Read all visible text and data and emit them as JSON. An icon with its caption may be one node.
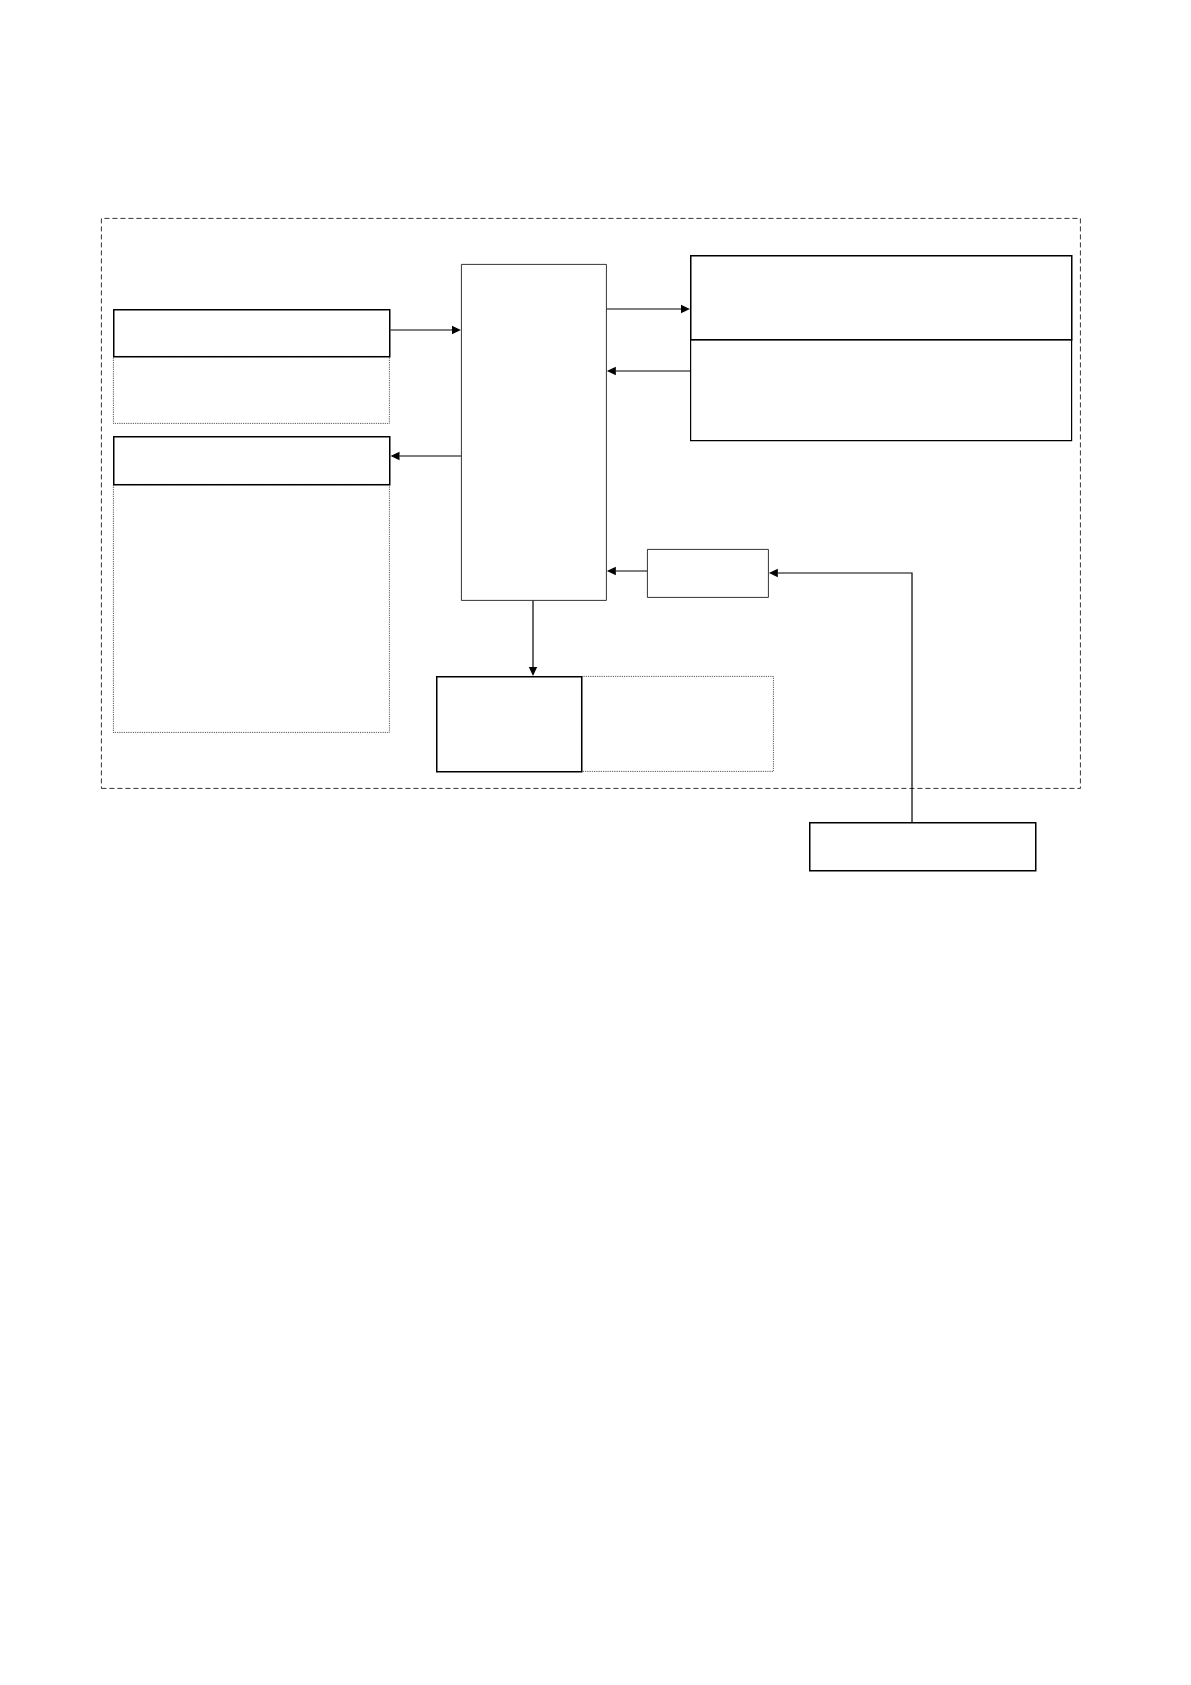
{
  "diagram": {
    "nodes": [
      {
        "text": [],
        "shape": "box"
      },
      {
        "text": [],
        "shape": "box",
        "in": 0
      },
      {
        "text": [],
        "shape": "box",
        "in": 0
      },
      {
        "text": [],
        "shape": "box",
        "in": 0
      },
      {
        "text": [],
        "shape": "box",
        "in": 0
      },
      {
        "text": [],
        "shape": "box",
        "in": 0
      },
      {
        "text": [],
        "shape": "box",
        "in": 0
      },
      {
        "text": [],
        "shape": "box",
        "in": 0
      },
      {
        "text": [],
        "shape": "box",
        "in": 0
      },
      {
        "text": [],
        "shape": "box",
        "in": 0
      },
      {
        "text": [],
        "shape": "box",
        "in": 0
      },
      {
        "text": [],
        "shape": "box"
      }
    ],
    "edges": [
      {
        "from": 1,
        "to": 5,
        "arrow": "to"
      },
      {
        "from": 5,
        "to": 3,
        "arrow": "to"
      },
      {
        "from": 5,
        "to": 8,
        "arrow": "to"
      },
      {
        "from": 9,
        "to": 5,
        "arrow": "to"
      },
      {
        "from": 10,
        "to": 5,
        "arrow": "to"
      },
      {
        "from": 11,
        "to": 10,
        "arrow": "to"
      },
      {
        "from": 5,
        "to": 6,
        "arrow": "to"
      }
    ]
  }
}
